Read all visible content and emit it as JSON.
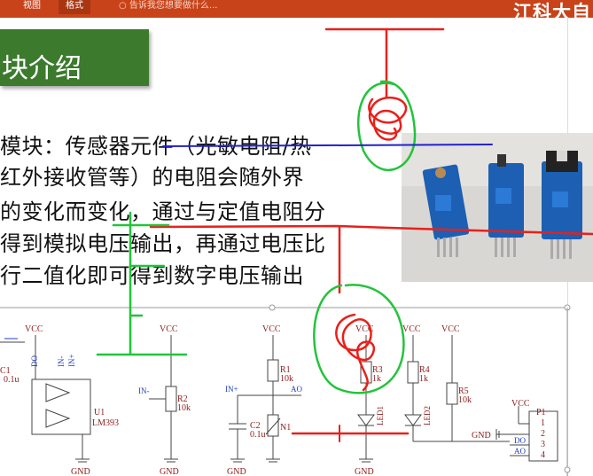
{
  "ribbon": {
    "tabs": [
      {
        "label": "视图"
      },
      {
        "label": "格式"
      }
    ],
    "tell_me": "告诉我您想要做什么...",
    "brand": "江科大自"
  },
  "slide": {
    "title": "块介绍",
    "body_lines": [
      "模块：传感器元件（光敏电阻/热",
      "红外接收管等）的电阻会随外界",
      "的变化而变化，通过与定值电阻分",
      "得到模拟电压输出，再通过电压比",
      "行二值化即可得到数字电压输出"
    ]
  },
  "schematic": {
    "labels": {
      "vcc": "VCC",
      "gnd": "GND",
      "u1": "U1",
      "lm393": "LM393",
      "c1": "C1",
      "c1_val": "0.1u",
      "c2": "C2",
      "c2_val": "0.1u",
      "r1": "R1",
      "r1_val": "10k",
      "r2": "R2",
      "r2_val": "10k",
      "r3": "R3",
      "r3_val": "1k",
      "r4": "R4",
      "r4_val": "1k",
      "r5": "R5",
      "r5_val": "10k",
      "n1": "N1",
      "led1": "LED1",
      "led2": "LED2",
      "p1": "P1",
      "in_minus": "IN-",
      "in_plus": "IN+",
      "ao": "AO",
      "do": "DO",
      "pins": [
        "1",
        "2",
        "3",
        "4"
      ]
    }
  },
  "colors": {
    "ribbon": "#c8431a",
    "title_bg": "#3c7a2e",
    "pen_red": "#e8201a",
    "pen_green": "#22c43a",
    "pen_blue": "#2222cc",
    "schematic_label": "#8b1a1a",
    "net_blue": "#1f3fbf"
  }
}
